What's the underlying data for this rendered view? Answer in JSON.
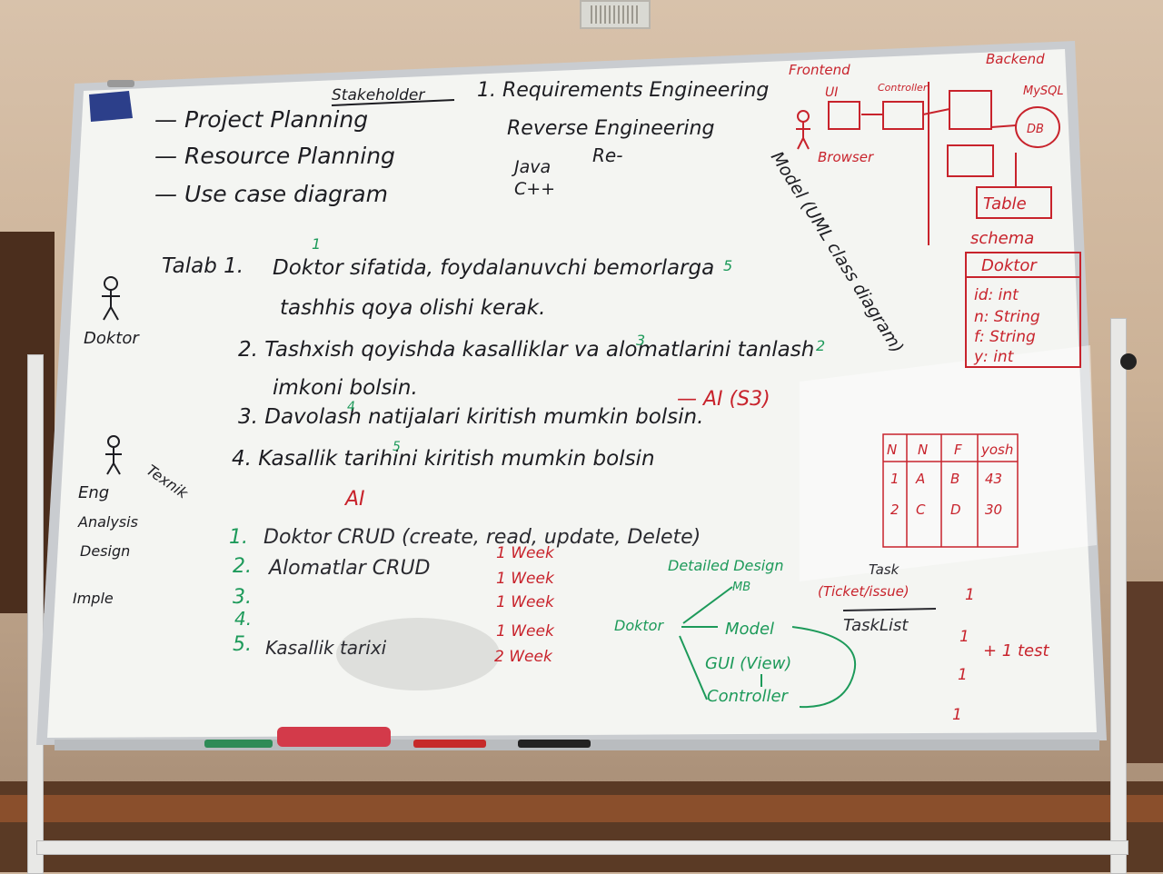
{
  "left_notes": {
    "item1": "— Project Planning",
    "item2": "— Resource Planning",
    "item3": "— Use case diagram"
  },
  "top": {
    "stakeholder": "Stakeholder",
    "requirements": "1. Requirements Engineering",
    "reverse": "Reverse Engineering",
    "re": "Re-",
    "java": "Java",
    "cpp": "C++",
    "model_uml": "Model (UML class diagram)"
  },
  "architecture": {
    "frontend": "Frontend",
    "backend": "Backend",
    "ui": "UI",
    "controller": "Controller",
    "browser": "Browser",
    "mysql": "MySQL",
    "db": "DB",
    "table": "Table",
    "schema": "schema",
    "class_title": "Doktor",
    "fields": [
      "id: int",
      "n: String",
      "f: String",
      "y: int"
    ]
  },
  "requirements": {
    "label": "Talab 1.",
    "r1a": "Doktor sifatida, foydalanuvchi bemorlarga",
    "r1b": "tashhis qoya olishi kerak.",
    "r2a": "2. Tashxish qoyishda kasalliklar va alomatlarini tanlash",
    "r2b": "imkoni bolsin.",
    "r3": "3. Davolash natijalari kiritish mumkin bolsin.",
    "r4": "4. Kasallik tarihini kiritish mumkin bolsin",
    "ai1": "— AI (S3)",
    "ai2": "AI",
    "nums": [
      "1",
      "5",
      "3",
      "2",
      "4",
      "5"
    ]
  },
  "actors": {
    "doktor": "Doktor",
    "eng": "Eng",
    "texnik": "Texnik",
    "analysis": "Analysis",
    "design": "Design",
    "imple": "Imple"
  },
  "plan": {
    "items": [
      {
        "num": "1.",
        "text": "Doktor CRUD (create, read, update, Delete)",
        "est": "1 Week"
      },
      {
        "num": "2.",
        "text": "Alomatlar CRUD",
        "est": "1 Week"
      },
      {
        "num": "3.",
        "text": "",
        "est": "1 Week"
      },
      {
        "num": "4.",
        "text": "",
        "est": "1 Week"
      },
      {
        "num": "5.",
        "text": "Kasallik tarixi",
        "est": "2 Week"
      }
    ]
  },
  "detailed_design": {
    "title": "Detailed Design",
    "mb": "MB",
    "doktor": "Doktor",
    "model": "Model",
    "gui": "GUI (View)",
    "controller": "Controller"
  },
  "tasks": {
    "task": "Task",
    "ticket": "(Ticket/issue)",
    "tasklist": "TaskList",
    "ones": [
      "1",
      "1",
      "1",
      "1"
    ],
    "test": "+ 1 test"
  },
  "table": {
    "headers": [
      "N",
      "N",
      "F",
      "yosh"
    ],
    "rows": [
      [
        "1",
        "A",
        "B",
        "43"
      ],
      [
        "2",
        "C",
        "D",
        "30"
      ]
    ]
  }
}
